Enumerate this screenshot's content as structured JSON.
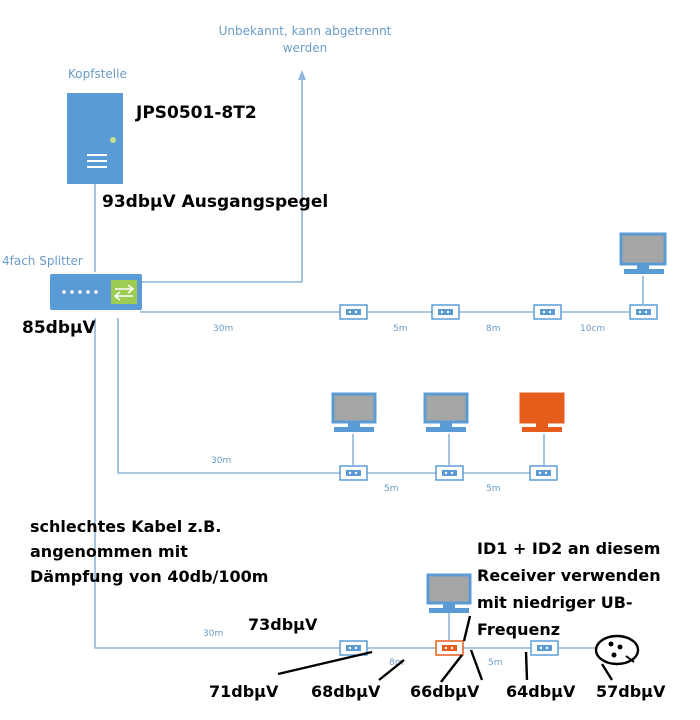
{
  "head_end": {
    "title": "Kopfstelle",
    "model": "JPS0501-8T2",
    "output_level": "93dbµV Ausgangspegel"
  },
  "unknown_branch": {
    "line1": "Unbekannt, kann abgetrennt",
    "line2": "werden"
  },
  "splitter": {
    "title": "4fach Splitter",
    "level": "85dbµV"
  },
  "branch1": {
    "cable_lengths": [
      "30m",
      "5m",
      "8m",
      "10cm"
    ]
  },
  "branch2": {
    "cable_lengths": [
      "30m",
      "5m",
      "5m"
    ]
  },
  "branch3": {
    "cable_lengths": [
      "30m",
      "8m",
      "5m"
    ],
    "note_lines": [
      "schlechtes Kabel z.B.",
      "angenommen mit",
      "Dämpfung von 40db/100m"
    ],
    "receiver_note_lines": [
      "ID1 + ID2 an diesem",
      "Receiver verwenden",
      "mit niedriger UB-",
      "Frequenz"
    ],
    "level_above": "73dbµV",
    "levels_below": [
      "71dbµV",
      "68dbµV",
      "66dbµV",
      "64dbµV",
      "57dbµV"
    ]
  },
  "colors": {
    "device_blue": "#5b9bd5",
    "line_blue": "#8fb6da",
    "monitor_gray": "#a6a6a6",
    "highlight_orange": "#e65c1a"
  }
}
